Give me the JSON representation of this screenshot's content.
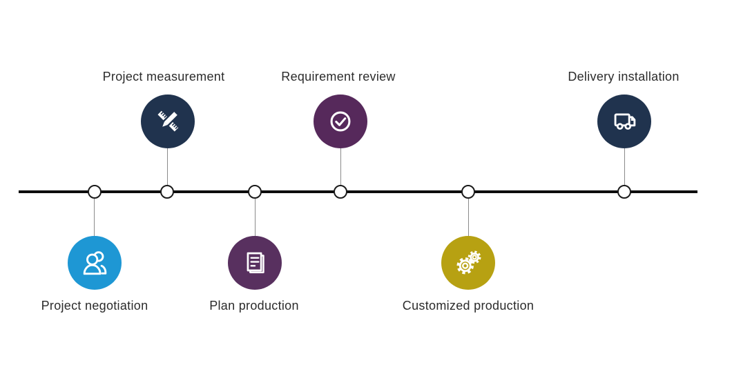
{
  "page": {
    "background": "#ffffff"
  },
  "timeline": {
    "line_color": "#0d0d0d",
    "node_fill": "#ffffff",
    "node_border": "#1a1a1a",
    "connector_color": "#8a8a8a"
  },
  "label_color": "#2b2b2b",
  "steps": [
    {
      "label": "Project negotiation",
      "icon": "people-icon",
      "color": "#1E97D4",
      "position": "below"
    },
    {
      "label": "Project measurement",
      "icon": "ruler-pencil-icon",
      "color": "#20334E",
      "position": "above"
    },
    {
      "label": "Plan production",
      "icon": "documents-icon",
      "color": "#58305F",
      "position": "below"
    },
    {
      "label": "Requirement review",
      "icon": "check-circle-icon",
      "color": "#56295B",
      "position": "above"
    },
    {
      "label": "Customized production",
      "icon": "gears-icon",
      "color": "#B7A112",
      "position": "below"
    },
    {
      "label": "Delivery installation",
      "icon": "truck-icon",
      "color": "#20334E",
      "position": "above"
    }
  ]
}
